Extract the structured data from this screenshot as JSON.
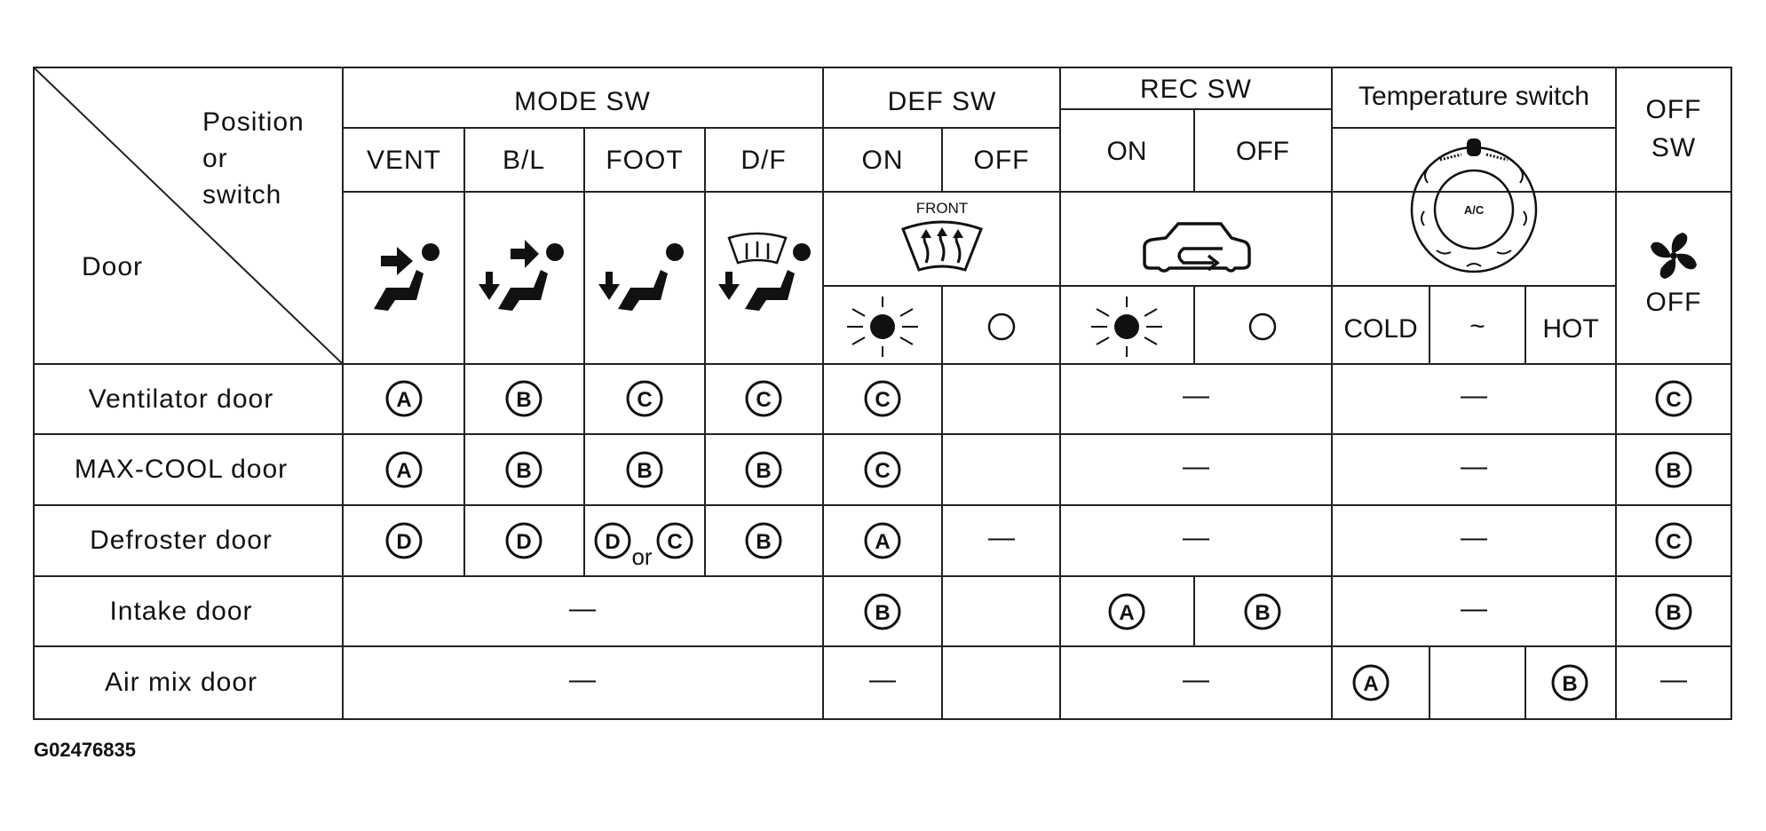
{
  "corner": {
    "position_label": "Position",
    "or_label": "or",
    "switch_label": "switch",
    "door_label": "Door"
  },
  "groups": {
    "mode_sw": "MODE SW",
    "def_sw": "DEF SW",
    "rec_sw": "REC SW",
    "temp_switch": "Temperature switch",
    "off_sw_line1": "OFF",
    "off_sw_line2": "SW"
  },
  "subheaders": {
    "vent": "VENT",
    "bl": "B/L",
    "foot": "FOOT",
    "df": "D/F",
    "def_on": "ON",
    "def_off": "OFF",
    "rec_on": "ON",
    "rec_off": "OFF",
    "cold": "COLD",
    "tilde": "~",
    "hot": "HOT",
    "front": "FRONT",
    "ac": "A/C",
    "fan_off": "OFF"
  },
  "rows": [
    {
      "label": "Ventilator door",
      "vent": "A",
      "bl": "B",
      "foot": "C",
      "df": "C",
      "def_on": "C",
      "rec": "—",
      "temp": "—",
      "off": "C"
    },
    {
      "label": "MAX-COOL door",
      "vent": "A",
      "bl": "B",
      "foot": "B",
      "df": "B",
      "def_on": "C",
      "rec": "—",
      "temp": "—",
      "off": "B"
    },
    {
      "label": "Defroster door",
      "vent": "D",
      "bl": "D",
      "foot": "D",
      "foot_or": "or",
      "foot_alt": "C",
      "df": "B",
      "def_on": "A",
      "rec": "—",
      "temp": "—",
      "off": "C"
    },
    {
      "label": "Intake door",
      "mode": "—",
      "def_on": "B",
      "rec_on": "A",
      "rec_off": "B",
      "temp": "—",
      "off": "B"
    },
    {
      "label": "Air mix door",
      "mode": "—",
      "def_on": "—",
      "rec": "—",
      "temp_cold": "A",
      "temp_hot": "B",
      "off": "—"
    }
  ],
  "def_off_merged": "—",
  "figure_id": "G02476835"
}
